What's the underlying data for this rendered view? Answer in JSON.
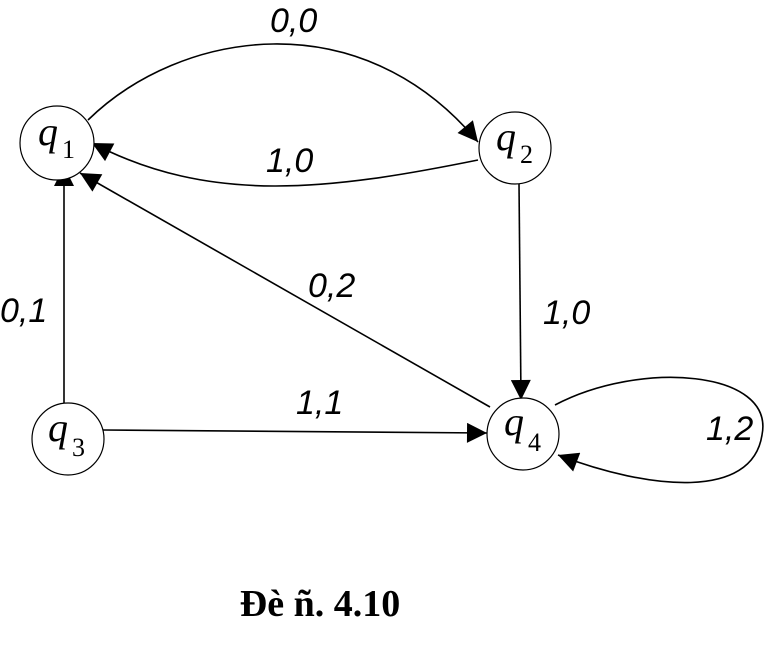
{
  "states": [
    {
      "id": "q1",
      "label": "q",
      "sub": "1"
    },
    {
      "id": "q2",
      "label": "q",
      "sub": "2"
    },
    {
      "id": "q3",
      "label": "q",
      "sub": "3"
    },
    {
      "id": "q4",
      "label": "q",
      "sub": "4"
    }
  ],
  "transitions": [
    {
      "id": "q1-q2",
      "from": "q1",
      "to": "q2",
      "label": "0,0"
    },
    {
      "id": "q2-q1",
      "from": "q2",
      "to": "q1",
      "label": "1,0"
    },
    {
      "id": "q2-q4",
      "from": "q2",
      "to": "q4",
      "label": "1,0"
    },
    {
      "id": "q4-q1",
      "from": "q4",
      "to": "q1",
      "label": "0,2"
    },
    {
      "id": "q3-q1",
      "from": "q3",
      "to": "q1",
      "label": "0,1"
    },
    {
      "id": "q3-q4",
      "from": "q3",
      "to": "q4",
      "label": "1,1"
    },
    {
      "id": "q4-q4",
      "from": "q4",
      "to": "q4",
      "label": "1,2"
    }
  ],
  "caption": "Đè ñ. 4.10"
}
